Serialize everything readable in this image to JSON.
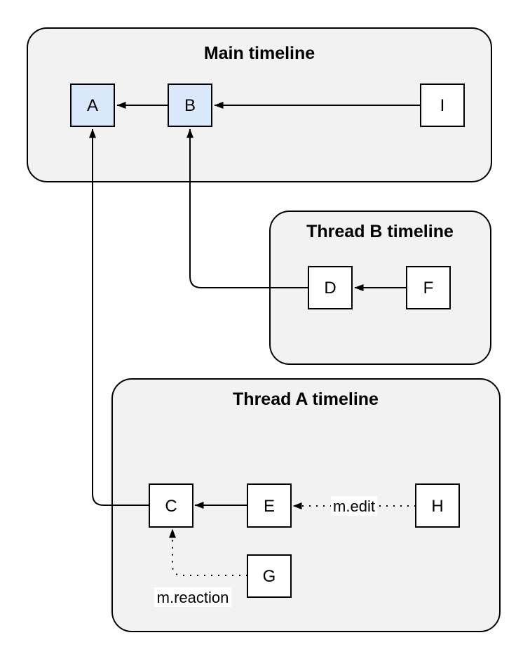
{
  "diagram": {
    "background": "#ffffff",
    "containers": [
      {
        "id": "main",
        "title": "Main timeline"
      },
      {
        "id": "thread-b",
        "title": "Thread B timeline"
      },
      {
        "id": "thread-a",
        "title": "Thread A timeline"
      }
    ],
    "nodes": [
      {
        "id": "A",
        "label": "A",
        "highlighted": true,
        "container": "main"
      },
      {
        "id": "B",
        "label": "B",
        "highlighted": true,
        "container": "main"
      },
      {
        "id": "I",
        "label": "I",
        "highlighted": false,
        "container": "main"
      },
      {
        "id": "D",
        "label": "D",
        "highlighted": false,
        "container": "thread-b"
      },
      {
        "id": "F",
        "label": "F",
        "highlighted": false,
        "container": "thread-b"
      },
      {
        "id": "C",
        "label": "C",
        "highlighted": false,
        "container": "thread-a"
      },
      {
        "id": "E",
        "label": "E",
        "highlighted": false,
        "container": "thread-a"
      },
      {
        "id": "H",
        "label": "H",
        "highlighted": false,
        "container": "thread-a"
      },
      {
        "id": "G",
        "label": "G",
        "highlighted": false,
        "container": "thread-a"
      }
    ],
    "edges": [
      {
        "from": "B",
        "to": "A",
        "style": "solid",
        "label": ""
      },
      {
        "from": "I",
        "to": "B",
        "style": "solid",
        "label": ""
      },
      {
        "from": "F",
        "to": "D",
        "style": "solid",
        "label": ""
      },
      {
        "from": "D",
        "to": "B",
        "style": "solid",
        "label": ""
      },
      {
        "from": "E",
        "to": "C",
        "style": "solid",
        "label": ""
      },
      {
        "from": "C",
        "to": "A",
        "style": "solid",
        "label": ""
      },
      {
        "from": "H",
        "to": "E",
        "style": "dotted",
        "label": "m.edit"
      },
      {
        "from": "G",
        "to": "C",
        "style": "dotted",
        "label": "m.reaction"
      }
    ],
    "colors": {
      "container_fill": "#f2f2f2",
      "node_highlight_fill": "#dae8fc",
      "node_default_fill": "#ffffff",
      "stroke": "#000000",
      "label_bg": "#ffffff"
    }
  }
}
